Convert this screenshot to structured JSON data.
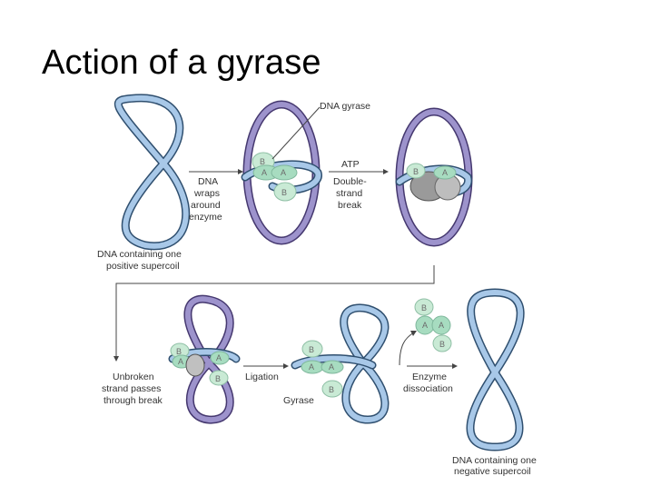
{
  "slide": {
    "title": "Action of a gyrase"
  },
  "labels": {
    "start_caption_1": "DNA containing one",
    "start_caption_2": "positive supercoil",
    "step1_1": "DNA",
    "step1_2": "wraps",
    "step1_3": "around",
    "step1_4": "enzyme",
    "enzyme_name": "DNA gyrase",
    "step2_1": "ATP",
    "step2_2": "Double-",
    "step2_3": "strand",
    "step2_4": "break",
    "step3_1": "Unbroken",
    "step3_2": "strand passes",
    "step3_3": "through break",
    "step4": "Ligation",
    "gyrase": "Gyrase",
    "step5_1": "Enzyme",
    "step5_2": "dissociation",
    "end_caption_1": "DNA containing one",
    "end_caption_2": "negative supercoil"
  },
  "subunits": {
    "a": "A",
    "b": "B"
  },
  "colors": {
    "dna_outline": "#2f4f6f",
    "dna_fill": "#a8c8e8",
    "dna_alt": "#9d93cc",
    "subunit_a": "#a7dcc0",
    "subunit_b": "#c9ead5"
  }
}
